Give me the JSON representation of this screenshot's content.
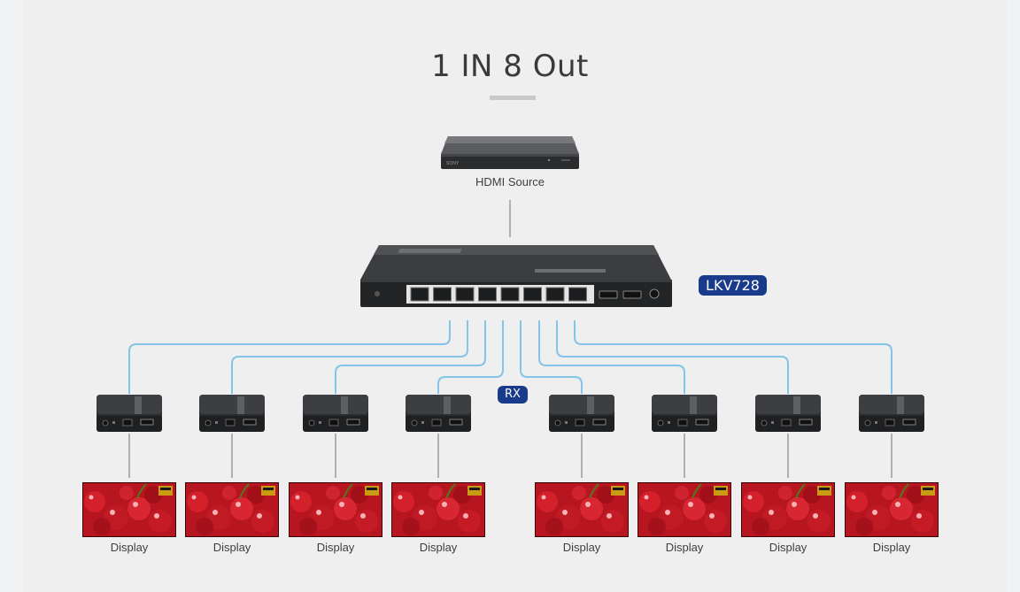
{
  "title": "1 IN 8 Out",
  "source_label": "HDMI Source",
  "splitter_badge": "LKV728",
  "receiver_badge": "RX",
  "display_label": "Display",
  "receiver_count": 8,
  "display_count": 8,
  "colors": {
    "wire_blue": "#84c4e6",
    "wire_gray": "#9a9a9a",
    "badge": "#1a3a8c"
  }
}
